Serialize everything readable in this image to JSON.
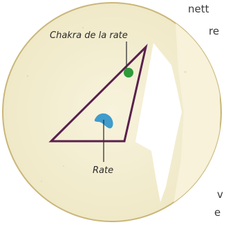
{
  "diagram": {
    "labels": {
      "spleen_chakra": "Chakra de la rate",
      "spleen": "Rate"
    },
    "colors": {
      "disc_fill": "#f3eed2",
      "disc_stroke": "#c9b679",
      "light_beam": "#ffffff",
      "triangle_outline": "#5a1f4e",
      "chakra_dot": "#2e9a3a",
      "spleen_shape": "#3f9ccc",
      "leader_line": "#333333"
    }
  },
  "surrounding_text": {
    "top_line_1": "nett",
    "top_line_2": "re",
    "bottom_line_1": "v",
    "bottom_line_2": "e"
  }
}
